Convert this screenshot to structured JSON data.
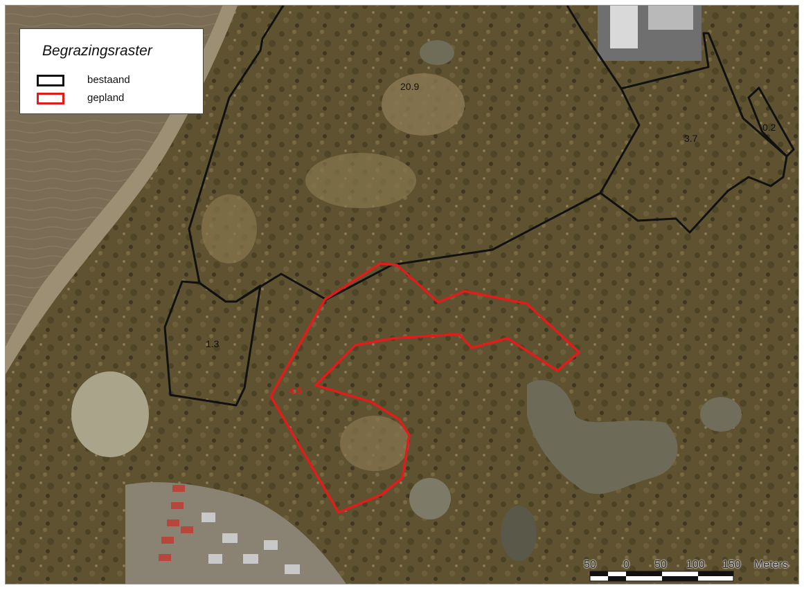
{
  "legend": {
    "title": "Begrazingsraster",
    "items": [
      {
        "label": "bestaand",
        "color": "#111111"
      },
      {
        "label": "gepland",
        "color": "#e21b1b"
      }
    ]
  },
  "areas": [
    {
      "label": "20.9",
      "status": "bestaand"
    },
    {
      "label": "3.7",
      "status": "bestaand"
    },
    {
      "label": "0.2",
      "status": "bestaand"
    },
    {
      "label": "1.3",
      "status": "bestaand"
    },
    {
      "label": "4.5",
      "status": "gepland"
    }
  ],
  "scale_bar": {
    "ticks": [
      "50",
      "0",
      "50",
      "100",
      "150"
    ],
    "unit": "Meters"
  },
  "colors": {
    "existing_fence": "#111111",
    "planned_fence": "#e21b1b",
    "river": "#7a6b55",
    "vegetation": "#6b5a35"
  }
}
